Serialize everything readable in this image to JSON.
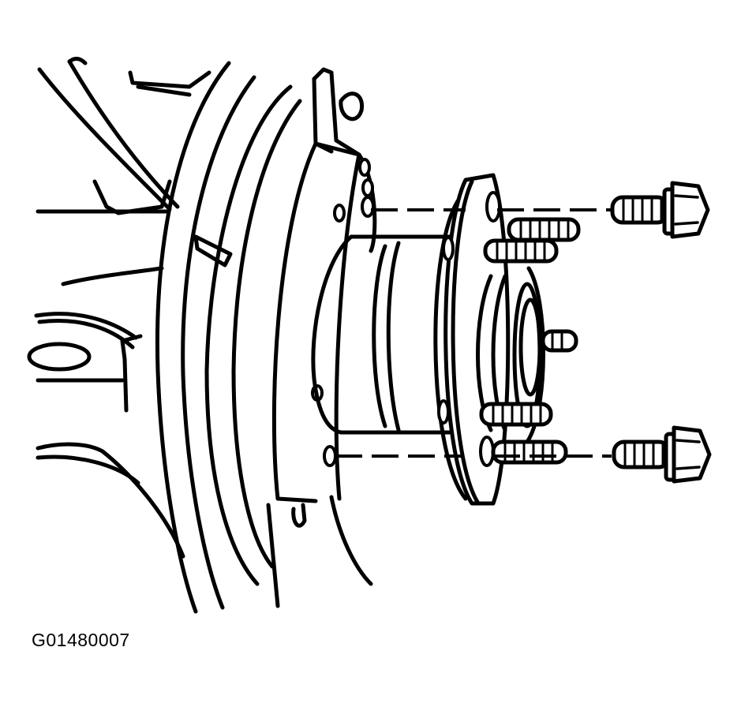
{
  "figure": {
    "id_label": "G01480007"
  },
  "parts": [
    {
      "name": "steering-knuckle"
    },
    {
      "name": "brake-shield"
    },
    {
      "name": "hub-and-bearing-assembly"
    },
    {
      "name": "wheel-studs"
    },
    {
      "name": "hub-bolt-upper"
    },
    {
      "name": "hub-bolt-lower"
    }
  ],
  "colors": {
    "ink": "#000000",
    "paper": "#ffffff"
  }
}
